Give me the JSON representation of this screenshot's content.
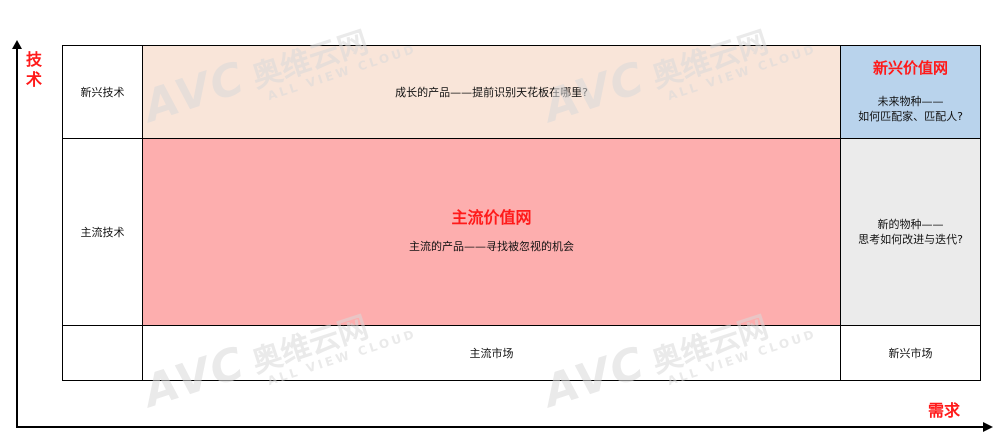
{
  "axes": {
    "y_label": "技术",
    "x_label": "需求"
  },
  "rows": {
    "emerging_tech": "新兴技术",
    "mainstream_tech": "主流技术"
  },
  "columns": {
    "mainstream_market": "主流市场",
    "emerging_market": "新兴市场"
  },
  "cells": {
    "top_middle": "成长的产品——提前识别天花板在哪里?",
    "top_right_title": "新兴价值网",
    "top_right_line1": "未来物种——",
    "top_right_line2": "如何匹配家、匹配人?",
    "mid_middle_title": "主流价值网",
    "mid_middle_text": "主流的产品——寻找被忽视的机会",
    "mid_right_line1": "新的物种——",
    "mid_right_line2": "思考如何改进与迭代?"
  },
  "watermark": {
    "logo": "AVC",
    "cn": "奥维云网",
    "en": "ALL VIEW CLOUD"
  },
  "colors": {
    "top_middle_fill": "#f9e5d9",
    "mid_middle_fill": "#fdaeae",
    "top_right_fill": "#b9d3ec",
    "mid_right_fill": "#ebebeb",
    "accent_red": "#ff1a1a"
  }
}
